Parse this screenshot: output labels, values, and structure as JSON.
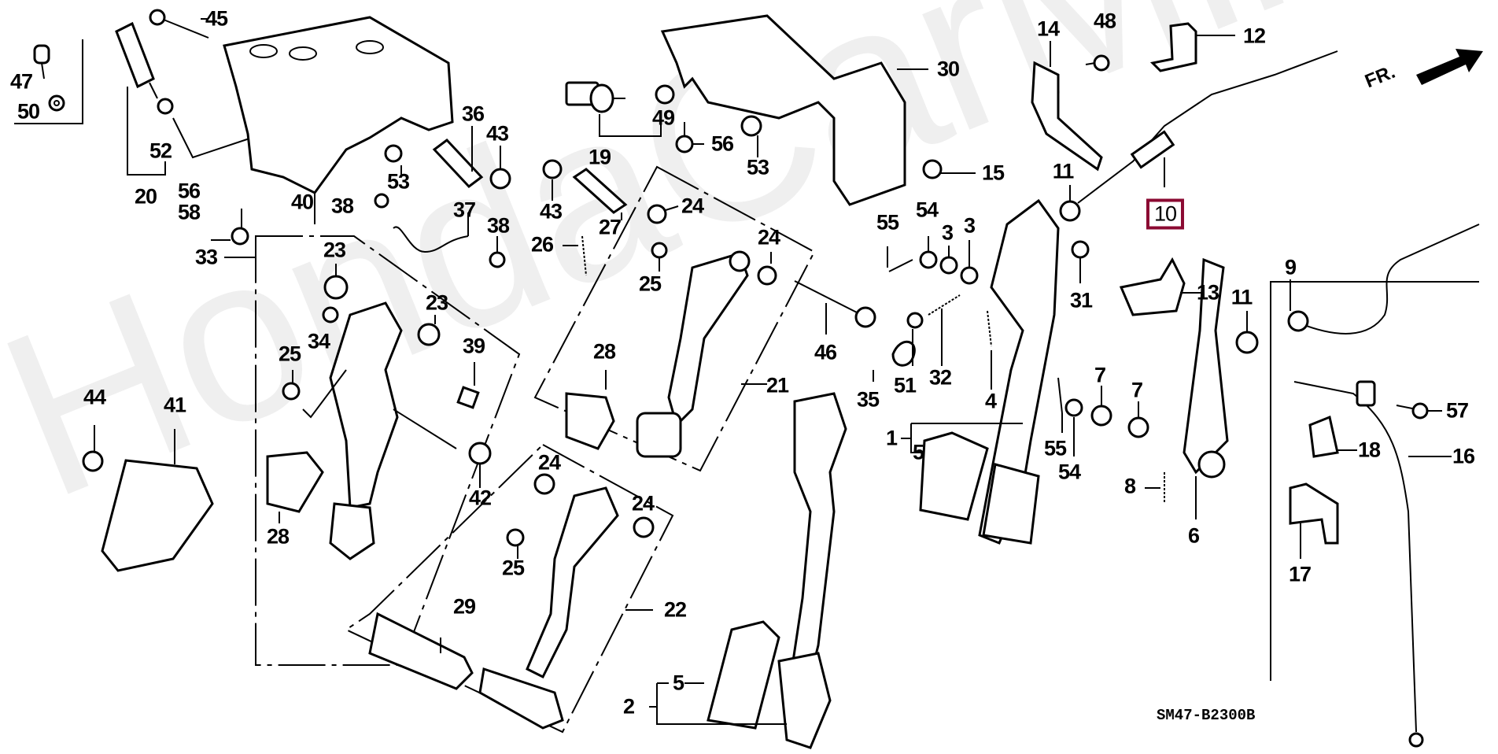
{
  "diagram": {
    "title": "Pedal assembly parts diagram",
    "code": "SM47-B2300B",
    "direction_marker": "FR.",
    "watermark": "HondaCarMine.ru",
    "highlight_color": "#8b0a32",
    "highlighted_part": "10",
    "labels": [
      {
        "id": "l45",
        "text": "45"
      },
      {
        "id": "l47",
        "text": "47"
      },
      {
        "id": "l50",
        "text": "50"
      },
      {
        "id": "l52",
        "text": "52"
      },
      {
        "id": "l20",
        "text": "20"
      },
      {
        "id": "l56a",
        "text": "56"
      },
      {
        "id": "l58",
        "text": "58"
      },
      {
        "id": "l40",
        "text": "40"
      },
      {
        "id": "l36",
        "text": "36"
      },
      {
        "id": "l43a",
        "text": "43"
      },
      {
        "id": "l53a",
        "text": "53"
      },
      {
        "id": "l38a",
        "text": "38"
      },
      {
        "id": "l37",
        "text": "37"
      },
      {
        "id": "l38b",
        "text": "38"
      },
      {
        "id": "l19",
        "text": "19"
      },
      {
        "id": "l49",
        "text": "49"
      },
      {
        "id": "l56b",
        "text": "56"
      },
      {
        "id": "l53b",
        "text": "53"
      },
      {
        "id": "l30",
        "text": "30"
      },
      {
        "id": "l43b",
        "text": "43"
      },
      {
        "id": "l27",
        "text": "27"
      },
      {
        "id": "l26",
        "text": "26"
      },
      {
        "id": "l24a",
        "text": "24"
      },
      {
        "id": "l24b",
        "text": "24"
      },
      {
        "id": "l25a",
        "text": "25"
      },
      {
        "id": "l28a",
        "text": "28"
      },
      {
        "id": "l21",
        "text": "21"
      },
      {
        "id": "l46",
        "text": "46"
      },
      {
        "id": "l35",
        "text": "35"
      },
      {
        "id": "l51",
        "text": "51"
      },
      {
        "id": "l32",
        "text": "32"
      },
      {
        "id": "l4",
        "text": "4"
      },
      {
        "id": "l55a",
        "text": "55"
      },
      {
        "id": "l54a",
        "text": "54"
      },
      {
        "id": "l3a",
        "text": "3"
      },
      {
        "id": "l3b",
        "text": "3"
      },
      {
        "id": "l15",
        "text": "15"
      },
      {
        "id": "l14",
        "text": "14"
      },
      {
        "id": "l48",
        "text": "48"
      },
      {
        "id": "l12",
        "text": "12"
      },
      {
        "id": "l11a",
        "text": "11"
      },
      {
        "id": "l10",
        "text": "10"
      },
      {
        "id": "l31",
        "text": "31"
      },
      {
        "id": "l13",
        "text": "13"
      },
      {
        "id": "l11b",
        "text": "11"
      },
      {
        "id": "l9",
        "text": "9"
      },
      {
        "id": "l1",
        "text": "1"
      },
      {
        "id": "l5a",
        "text": "5"
      },
      {
        "id": "l55b",
        "text": "55"
      },
      {
        "id": "l54b",
        "text": "54"
      },
      {
        "id": "l7a",
        "text": "7"
      },
      {
        "id": "l7b",
        "text": "7"
      },
      {
        "id": "l8",
        "text": "8"
      },
      {
        "id": "l6",
        "text": "6"
      },
      {
        "id": "l57",
        "text": "57"
      },
      {
        "id": "l18",
        "text": "18"
      },
      {
        "id": "l16",
        "text": "16"
      },
      {
        "id": "l17",
        "text": "17"
      },
      {
        "id": "l33",
        "text": "33"
      },
      {
        "id": "l23a",
        "text": "23"
      },
      {
        "id": "l23b",
        "text": "23"
      },
      {
        "id": "l34",
        "text": "34"
      },
      {
        "id": "l25b",
        "text": "25"
      },
      {
        "id": "l39",
        "text": "39"
      },
      {
        "id": "l28b",
        "text": "28"
      },
      {
        "id": "l44",
        "text": "44"
      },
      {
        "id": "l41",
        "text": "41"
      },
      {
        "id": "l42",
        "text": "42"
      },
      {
        "id": "l24c",
        "text": "24"
      },
      {
        "id": "l24d",
        "text": "24"
      },
      {
        "id": "l25c",
        "text": "25"
      },
      {
        "id": "l29",
        "text": "29"
      },
      {
        "id": "l22",
        "text": "22"
      },
      {
        "id": "l5b",
        "text": "5"
      },
      {
        "id": "l2",
        "text": "2"
      }
    ]
  }
}
